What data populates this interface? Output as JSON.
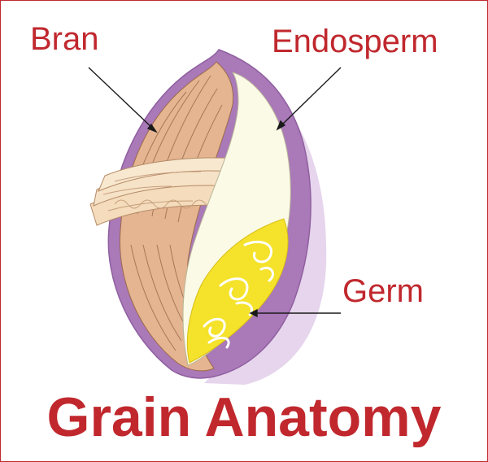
{
  "labels": {
    "bran": "Bran",
    "endosperm": "Endosperm",
    "germ": "Germ"
  },
  "title": "Grain Anatomy",
  "colors": {
    "text": "#c0282e",
    "border": "#c0282e",
    "outer_coat": "#a979b8",
    "coat_shadow": "#e6d5ec",
    "bran": "#e4b590",
    "bran_layer": "#f4dcbc",
    "endosperm": "#fafae6",
    "germ": "#f5e22a",
    "germ_swirl": "#ffffff",
    "line": "#7a5a4a"
  }
}
